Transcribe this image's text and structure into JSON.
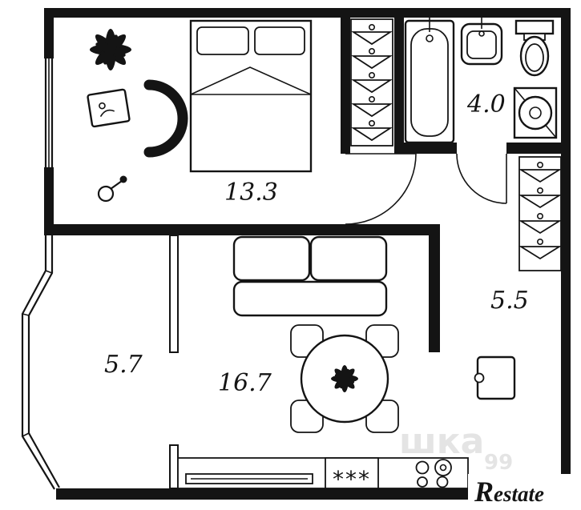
{
  "plan": {
    "type": "apartment-floor-plan",
    "wall_color": "#141414",
    "background_color": "#ffffff",
    "watermark_color": "#e2e2e2"
  },
  "rooms": [
    {
      "name": "bedroom",
      "area": "13.3"
    },
    {
      "name": "bathroom",
      "area": "4.0"
    },
    {
      "name": "hallway",
      "area": "5.5"
    },
    {
      "name": "balcony",
      "area": "5.7"
    },
    {
      "name": "living-kitchen",
      "area": "16.7"
    }
  ],
  "symbols": {
    "counter_marks": "***",
    "icons": [
      "plant-icon",
      "picture-frame-icon",
      "armchair-icon",
      "bed-icon",
      "hanger-icon",
      "bathtub-icon",
      "sink-icon",
      "toilet-icon",
      "washing-machine-icon",
      "door-arc-icon",
      "sofa-icon",
      "dining-table-icon",
      "chair-icon",
      "kitchen-counter-icon",
      "stove-burners-icon",
      "kitchen-appliance-icon",
      "window-icon"
    ]
  },
  "watermark": {
    "partial_1": "шка",
    "partial_2": "99",
    "logo_first": "R",
    "logo_rest": "estate"
  }
}
